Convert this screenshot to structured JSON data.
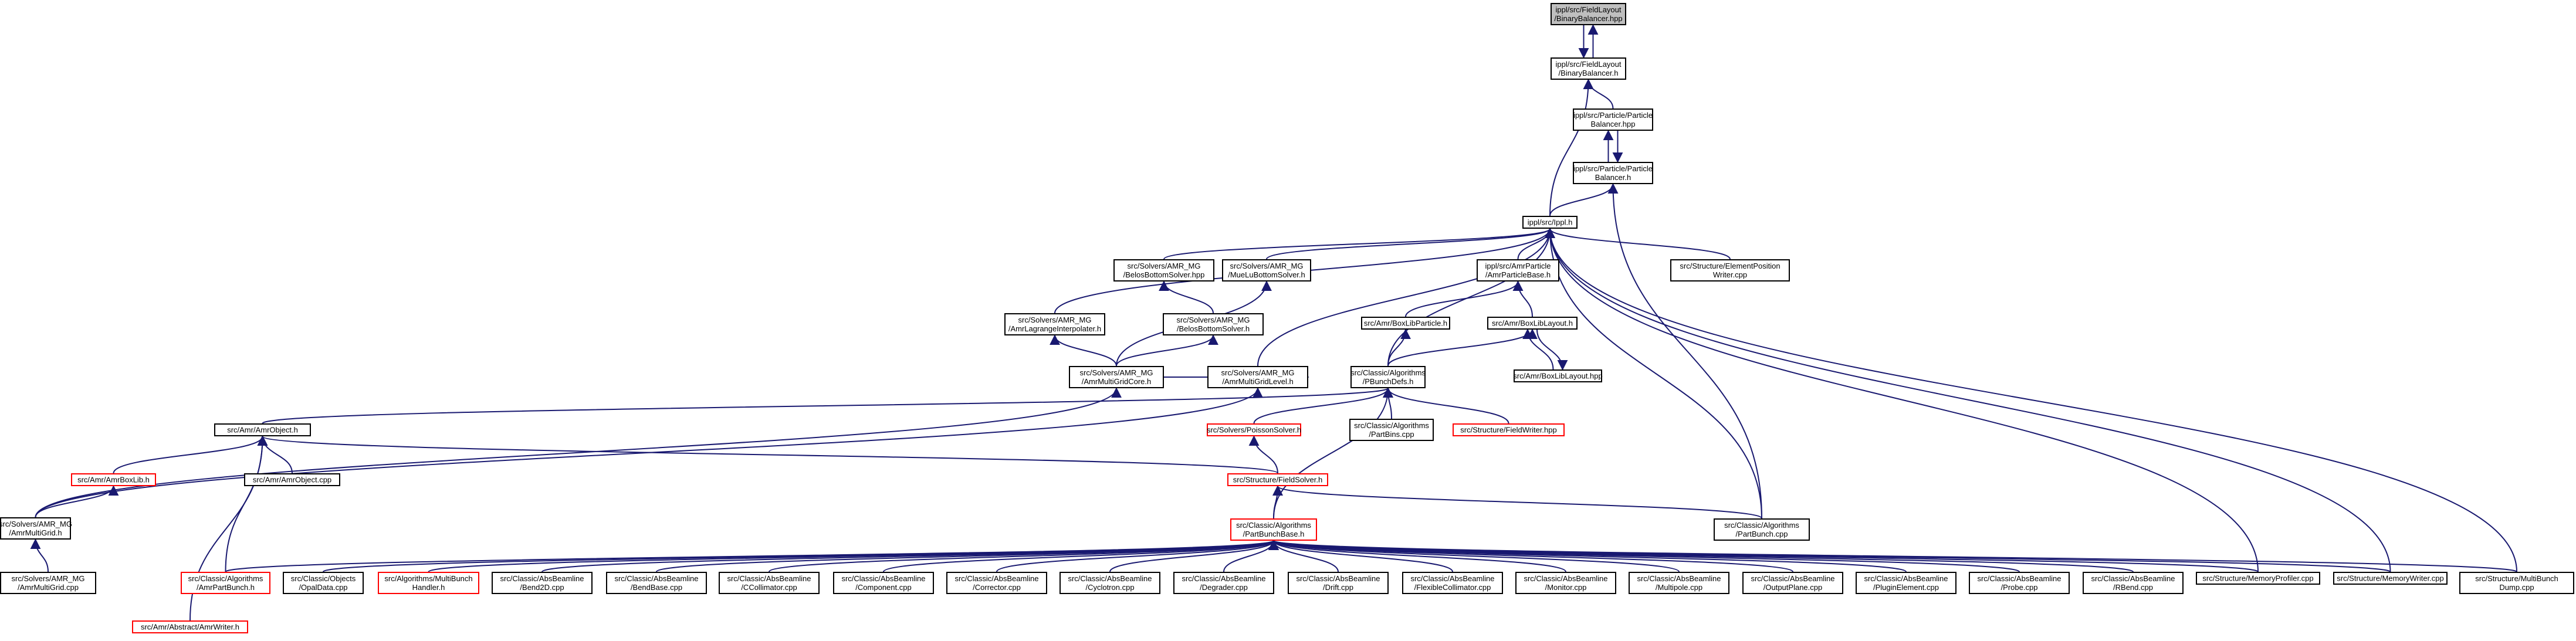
{
  "nodes": [
    {
      "id": "n0",
      "lines": [
        "ippl/src/FieldLayout",
        "/BinaryBalancer.hpp"
      ],
      "style": "root"
    },
    {
      "id": "n1",
      "lines": [
        "ippl/src/FieldLayout",
        "/BinaryBalancer.h"
      ],
      "style": "normal"
    },
    {
      "id": "n2",
      "lines": [
        "ippl/src/Particle/Particle",
        "Balancer.hpp"
      ],
      "style": "normal"
    },
    {
      "id": "n3",
      "lines": [
        "ippl/src/Particle/Particle",
        "Balancer.h"
      ],
      "style": "normal"
    },
    {
      "id": "n4",
      "lines": [
        "ippl/src/Ippl.h"
      ],
      "style": "normal"
    },
    {
      "id": "n5",
      "lines": [
        "src/Solvers/AMR_MG",
        "/BelosBottomSolver.hpp"
      ],
      "style": "normal"
    },
    {
      "id": "n6",
      "lines": [
        "src/Solvers/AMR_MG",
        "/MueLuBottomSolver.h"
      ],
      "style": "normal"
    },
    {
      "id": "n7",
      "lines": [
        "ippl/src/AmrParticle",
        "/AmrParticleBase.h"
      ],
      "style": "normal"
    },
    {
      "id": "n8",
      "lines": [
        "src/Structure/ElementPosition",
        "Writer.cpp"
      ],
      "style": "normal"
    },
    {
      "id": "n9",
      "lines": [
        "src/Solvers/AMR_MG",
        "/AmrLagrangeInterpolater.h"
      ],
      "style": "normal"
    },
    {
      "id": "n10",
      "lines": [
        "src/Solvers/AMR_MG",
        "/BelosBottomSolver.h"
      ],
      "style": "normal"
    },
    {
      "id": "n11",
      "lines": [
        "src/Amr/BoxLibParticle.h"
      ],
      "style": "normal"
    },
    {
      "id": "n12",
      "lines": [
        "src/Amr/BoxLibLayout.h"
      ],
      "style": "normal"
    },
    {
      "id": "n13",
      "lines": [
        "src/Solvers/AMR_MG",
        "/AmrMultiGridCore.h"
      ],
      "style": "normal"
    },
    {
      "id": "n14",
      "lines": [
        "src/Solvers/AMR_MG",
        "/AmrMultiGridLevel.h"
      ],
      "style": "normal"
    },
    {
      "id": "n15",
      "lines": [
        "src/Classic/Algorithms",
        "/PBunchDefs.h"
      ],
      "style": "normal"
    },
    {
      "id": "n16",
      "lines": [
        "src/Amr/BoxLibLayout.hpp"
      ],
      "style": "normal"
    },
    {
      "id": "n17",
      "lines": [
        "src/Amr/AmrObject.h"
      ],
      "style": "normal"
    },
    {
      "id": "n18",
      "lines": [
        "src/Solvers/PoissonSolver.h"
      ],
      "style": "red"
    },
    {
      "id": "n19",
      "lines": [
        "src/Classic/Algorithms",
        "/PartBins.cpp"
      ],
      "style": "normal"
    },
    {
      "id": "n20",
      "lines": [
        "src/Structure/FieldWriter.hpp"
      ],
      "style": "red"
    },
    {
      "id": "n21",
      "lines": [
        "src/Amr/AmrBoxLib.h"
      ],
      "style": "red"
    },
    {
      "id": "n22",
      "lines": [
        "src/Amr/AmrObject.cpp"
      ],
      "style": "normal"
    },
    {
      "id": "n23",
      "lines": [
        "src/Structure/FieldSolver.h"
      ],
      "style": "red"
    },
    {
      "id": "n24",
      "lines": [
        "src/Solvers/AMR_MG",
        "/AmrMultiGrid.h"
      ],
      "style": "normal"
    },
    {
      "id": "n25",
      "lines": [
        "src/Classic/Algorithms",
        "/PartBunchBase.h"
      ],
      "style": "red"
    },
    {
      "id": "n26",
      "lines": [
        "src/Classic/Algorithms",
        "/PartBunch.cpp"
      ],
      "style": "normal"
    },
    {
      "id": "n27",
      "lines": [
        "src/Solvers/AMR_MG",
        "/AmrMultiGrid.cpp"
      ],
      "style": "normal"
    },
    {
      "id": "n28",
      "lines": [
        "src/Classic/Algorithms",
        "/AmrPartBunch.h"
      ],
      "style": "red"
    },
    {
      "id": "n29",
      "lines": [
        "src/Classic/Objects",
        "/OpalData.cpp"
      ],
      "style": "normal"
    },
    {
      "id": "n30",
      "lines": [
        "src/Algorithms/MultiBunch",
        "Handler.h"
      ],
      "style": "red"
    },
    {
      "id": "n31",
      "lines": [
        "src/Classic/AbsBeamline",
        "/Bend2D.cpp"
      ],
      "style": "normal"
    },
    {
      "id": "n32",
      "lines": [
        "src/Classic/AbsBeamline",
        "/BendBase.cpp"
      ],
      "style": "normal"
    },
    {
      "id": "n33",
      "lines": [
        "src/Classic/AbsBeamline",
        "/CCollimator.cpp"
      ],
      "style": "normal"
    },
    {
      "id": "n34",
      "lines": [
        "src/Classic/AbsBeamline",
        "/Component.cpp"
      ],
      "style": "normal"
    },
    {
      "id": "n35",
      "lines": [
        "src/Classic/AbsBeamline",
        "/Corrector.cpp"
      ],
      "style": "normal"
    },
    {
      "id": "n36",
      "lines": [
        "src/Classic/AbsBeamline",
        "/Cyclotron.cpp"
      ],
      "style": "normal"
    },
    {
      "id": "n37",
      "lines": [
        "src/Classic/AbsBeamline",
        "/Degrader.cpp"
      ],
      "style": "normal"
    },
    {
      "id": "n38",
      "lines": [
        "src/Classic/AbsBeamline",
        "/Drift.cpp"
      ],
      "style": "normal"
    },
    {
      "id": "n39",
      "lines": [
        "src/Classic/AbsBeamline",
        "/FlexibleCollimator.cpp"
      ],
      "style": "normal"
    },
    {
      "id": "n40",
      "lines": [
        "src/Classic/AbsBeamline",
        "/Monitor.cpp"
      ],
      "style": "normal"
    },
    {
      "id": "n41",
      "lines": [
        "src/Classic/AbsBeamline",
        "/Multipole.cpp"
      ],
      "style": "normal"
    },
    {
      "id": "n42",
      "lines": [
        "src/Classic/AbsBeamline",
        "/OutputPlane.cpp"
      ],
      "style": "normal"
    },
    {
      "id": "n43",
      "lines": [
        "src/Classic/AbsBeamline",
        "/PluginElement.cpp"
      ],
      "style": "normal"
    },
    {
      "id": "n44",
      "lines": [
        "src/Classic/AbsBeamline",
        "/Probe.cpp"
      ],
      "style": "normal"
    },
    {
      "id": "n45",
      "lines": [
        "src/Classic/AbsBeamline",
        "/RBend.cpp"
      ],
      "style": "normal"
    },
    {
      "id": "n46",
      "lines": [
        "src/Structure/MemoryProfiler.cpp"
      ],
      "style": "normal"
    },
    {
      "id": "n47",
      "lines": [
        "src/Structure/MemoryWriter.cpp"
      ],
      "style": "normal"
    },
    {
      "id": "n48",
      "lines": [
        "src/Structure/MultiBunch",
        "Dump.cpp"
      ],
      "style": "normal"
    },
    {
      "id": "n49",
      "lines": [
        "src/Amr/Abstract/AmrWriter.h"
      ],
      "style": "red"
    }
  ],
  "edges": [
    {
      "from": "n1",
      "to": "n0",
      "style": "normal"
    },
    {
      "from": "n0",
      "to": "n1",
      "style": "normal"
    },
    {
      "from": "n1",
      "to": "n2",
      "style": "normal"
    },
    {
      "from": "n1",
      "to": "n4",
      "style": "normal"
    },
    {
      "from": "n2",
      "to": "n3",
      "style": "normal"
    },
    {
      "from": "n3",
      "to": "n2",
      "style": "normal"
    },
    {
      "from": "n3",
      "to": "n4",
      "style": "normal"
    },
    {
      "from": "n3",
      "to": "n26",
      "style": "normal"
    },
    {
      "from": "n4",
      "to": "n5",
      "style": "normal"
    },
    {
      "from": "n4",
      "to": "n6",
      "style": "normal"
    },
    {
      "from": "n4",
      "to": "n7",
      "style": "normal"
    },
    {
      "from": "n4",
      "to": "n8",
      "style": "normal"
    },
    {
      "from": "n4",
      "to": "n9",
      "style": "normal"
    },
    {
      "from": "n4",
      "to": "n14",
      "style": "normal"
    },
    {
      "from": "n4",
      "to": "n15",
      "style": "normal"
    },
    {
      "from": "n4",
      "to": "n46",
      "style": "normal"
    },
    {
      "from": "n4",
      "to": "n47",
      "style": "normal"
    },
    {
      "from": "n4",
      "to": "n48",
      "style": "normal"
    },
    {
      "from": "n4",
      "to": "n26",
      "style": "normal"
    },
    {
      "from": "n5",
      "to": "n10",
      "style": "normal"
    },
    {
      "from": "n6",
      "to": "n13",
      "style": "normal"
    },
    {
      "from": "n7",
      "to": "n11",
      "style": "normal"
    },
    {
      "from": "n7",
      "to": "n12",
      "style": "normal"
    },
    {
      "from": "n9",
      "to": "n13",
      "style": "normal"
    },
    {
      "from": "n10",
      "to": "n13",
      "style": "normal"
    },
    {
      "from": "n11",
      "to": "n15",
      "style": "normal"
    },
    {
      "from": "n12",
      "to": "n15",
      "style": "normal"
    },
    {
      "from": "n12",
      "to": "n16",
      "style": "normal"
    },
    {
      "from": "n16",
      "to": "n12",
      "style": "normal"
    },
    {
      "from": "n14",
      "to": "n13",
      "style": "normal"
    },
    {
      "from": "n13",
      "to": "n24",
      "style": "normal"
    },
    {
      "from": "n14",
      "to": "n24",
      "style": "normal"
    },
    {
      "from": "n15",
      "to": "n17",
      "style": "normal"
    },
    {
      "from": "n15",
      "to": "n18",
      "style": "normal"
    },
    {
      "from": "n15",
      "to": "n19",
      "style": "normal"
    },
    {
      "from": "n15",
      "to": "n20",
      "style": "normal"
    },
    {
      "from": "n15",
      "to": "n25",
      "style": "normal"
    },
    {
      "from": "n17",
      "to": "n21",
      "style": "normal"
    },
    {
      "from": "n17",
      "to": "n22",
      "style": "normal"
    },
    {
      "from": "n17",
      "to": "n23",
      "style": "normal"
    },
    {
      "from": "n17",
      "to": "n28",
      "style": "normal"
    },
    {
      "from": "n17",
      "to": "n49",
      "style": "normal"
    },
    {
      "from": "n18",
      "to": "n23",
      "style": "normal"
    },
    {
      "from": "n21",
      "to": "n24",
      "style": "normal"
    },
    {
      "from": "n23",
      "to": "n25",
      "style": "normal"
    },
    {
      "from": "n23",
      "to": "n26",
      "style": "normal"
    },
    {
      "from": "n24",
      "to": "n27",
      "style": "normal"
    },
    {
      "from": "n25",
      "to": "n28",
      "style": "normal"
    },
    {
      "from": "n25",
      "to": "n29",
      "style": "normal"
    },
    {
      "from": "n25",
      "to": "n30",
      "style": "normal"
    },
    {
      "from": "n25",
      "to": "n31",
      "style": "normal"
    },
    {
      "from": "n25",
      "to": "n32",
      "style": "normal"
    },
    {
      "from": "n25",
      "to": "n33",
      "style": "normal"
    },
    {
      "from": "n25",
      "to": "n34",
      "style": "normal"
    },
    {
      "from": "n25",
      "to": "n35",
      "style": "normal"
    },
    {
      "from": "n25",
      "to": "n36",
      "style": "normal"
    },
    {
      "from": "n25",
      "to": "n37",
      "style": "normal"
    },
    {
      "from": "n25",
      "to": "n38",
      "style": "normal"
    },
    {
      "from": "n25",
      "to": "n39",
      "style": "normal"
    },
    {
      "from": "n25",
      "to": "n40",
      "style": "normal"
    },
    {
      "from": "n25",
      "to": "n41",
      "style": "normal"
    },
    {
      "from": "n25",
      "to": "n42",
      "style": "normal"
    },
    {
      "from": "n25",
      "to": "n43",
      "style": "normal"
    },
    {
      "from": "n25",
      "to": "n44",
      "style": "normal"
    },
    {
      "from": "n25",
      "to": "n45",
      "style": "normal"
    },
    {
      "from": "n25",
      "to": "n46",
      "style": "normal"
    },
    {
      "from": "n25",
      "to": "n47",
      "style": "normal"
    },
    {
      "from": "n25",
      "to": "n48",
      "style": "normal"
    }
  ]
}
